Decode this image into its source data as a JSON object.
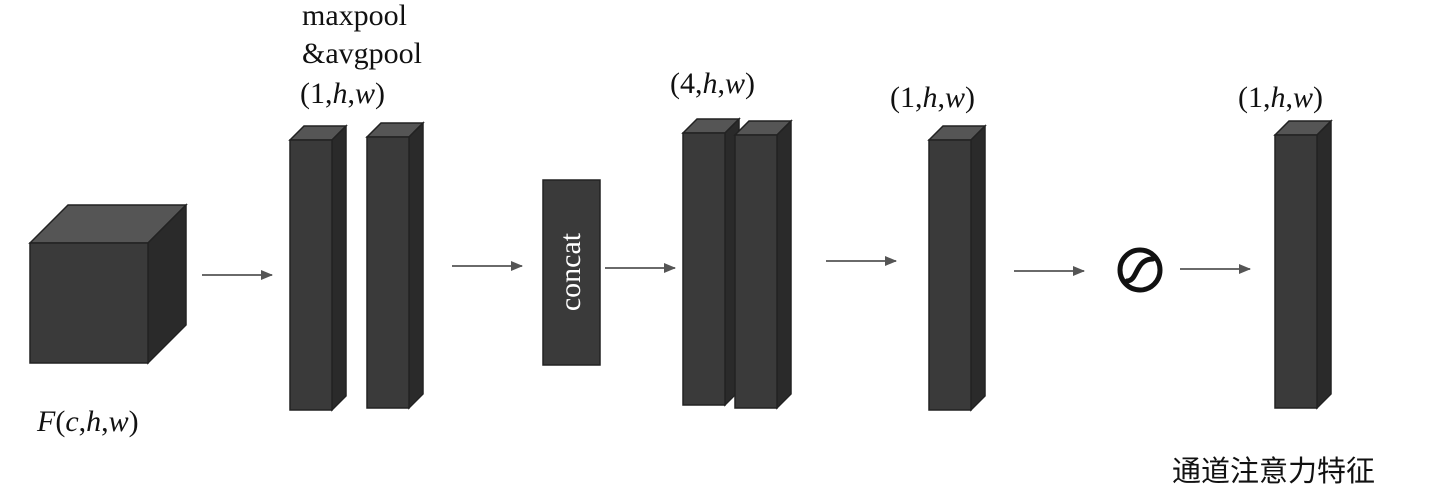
{
  "labels": {
    "pool_line1": "maxpool",
    "pool_line2": "&avgpool",
    "pool_dims": {
      "a": "(1,",
      "b": "h",
      "c": ",",
      "d": "w",
      "e": ")"
    },
    "concat": "concat",
    "concat_dims": {
      "a": "(4,",
      "b": "h",
      "c": ",",
      "d": "w",
      "e": ")"
    },
    "conv_dims": {
      "a": "(1,",
      "b": "h",
      "c": ",",
      "d": "w",
      "e": ")"
    },
    "out_dims": {
      "a": "(1,",
      "b": "h",
      "c": ",",
      "d": "w",
      "e": ")"
    },
    "input": {
      "f": "F",
      "open": "(",
      "c": "c",
      "comma1": ",",
      "h": "h",
      "comma2": ",",
      "w": "w",
      "close": ")"
    },
    "output_caption": "通道注意力特征"
  },
  "icons": {
    "sigmoid": "sigmoid-icon",
    "arrow": "arrow-right-icon"
  },
  "colors": {
    "block_front": "#3a3a3a",
    "block_top": "#555555",
    "block_side": "#2a2a2a",
    "arrow": "#555555",
    "text": "#111111"
  }
}
